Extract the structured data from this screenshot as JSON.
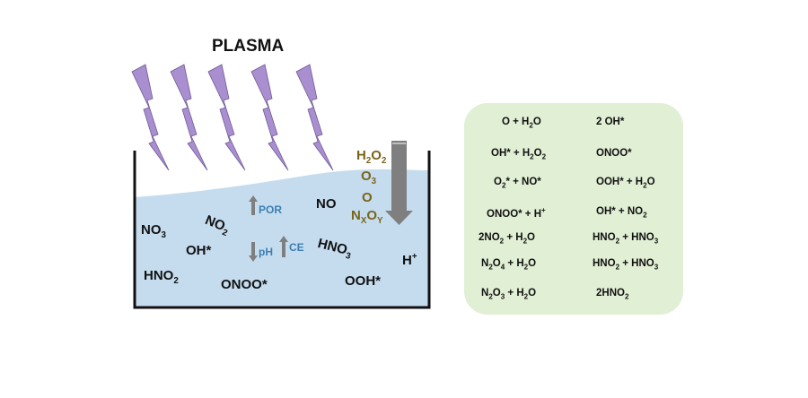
{
  "plasma_label": "PLASMA",
  "gas_species": [
    {
      "text": "H2O2",
      "base": "H",
      "sub1": "2",
      "mid": "O",
      "sub2": "2"
    },
    {
      "text": "O3"
    },
    {
      "text": "O"
    },
    {
      "text": "NXOY"
    }
  ],
  "liquid_species": {
    "no3": "NO3",
    "no2": "NO2",
    "oh": "OH*",
    "hno2": "HNO2",
    "onoo": "ONOO*",
    "no": "NO",
    "hno3": "HNO3",
    "h_plus": "H+",
    "ooh": "OOH*"
  },
  "indicators": {
    "por": "POR",
    "ph": "pH",
    "ce": "CE"
  },
  "reactions": [
    {
      "left": "O + H2O",
      "right": "2 OH*"
    },
    {
      "left": "OH* + H2O2",
      "right": "ONOO*"
    },
    {
      "left": "O2* + NO*",
      "right": "OOH* + H2O"
    },
    {
      "left": "ONOO* + H+",
      "right": "OH* + NO2"
    },
    {
      "left": "2NO2 + H2O",
      "right": "HNO2 + HNO3"
    },
    {
      "left": "N2O4 + H2O",
      "right": "HNO2 + HNO3"
    },
    {
      "left": "N2O3 + H2O",
      "right": "2HNO2"
    }
  ],
  "colors": {
    "lightning": "#a98fd0",
    "lightning_stroke": "#6f5a95",
    "liquid": "#c5dcef",
    "gas_species": "#7a6418",
    "indicator_text": "#3d7fb3",
    "arrow": "#7f7f7f",
    "reaction_box": "#e1efd5"
  }
}
